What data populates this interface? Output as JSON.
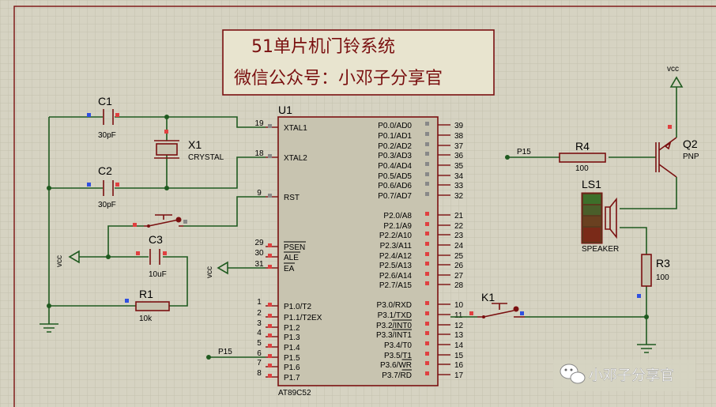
{
  "title": {
    "line1": "51单片机门铃系统",
    "line2": "微信公众号：小邓子分享官"
  },
  "watermark": "小邓子分享官",
  "chip": {
    "ref": "U1",
    "part": "AT89C52",
    "left_pins": [
      {
        "num": "19",
        "name": "XTAL1"
      },
      {
        "num": "18",
        "name": "XTAL2"
      },
      {
        "num": "9",
        "name": "RST"
      },
      {
        "num": "29",
        "name": "PSEN"
      },
      {
        "num": "30",
        "name": "ALE"
      },
      {
        "num": "31",
        "name": "EA"
      },
      {
        "num": "1",
        "name": "P1.0/T2"
      },
      {
        "num": "2",
        "name": "P1.1/T2EX"
      },
      {
        "num": "3",
        "name": "P1.2"
      },
      {
        "num": "4",
        "name": "P1.3"
      },
      {
        "num": "5",
        "name": "P1.4"
      },
      {
        "num": "6",
        "name": "P1.5"
      },
      {
        "num": "7",
        "name": "P1.6"
      },
      {
        "num": "8",
        "name": "P1.7"
      }
    ],
    "right_pins": [
      {
        "num": "39",
        "name": "P0.0/AD0"
      },
      {
        "num": "38",
        "name": "P0.1/AD1"
      },
      {
        "num": "37",
        "name": "P0.2/AD2"
      },
      {
        "num": "36",
        "name": "P0.3/AD3"
      },
      {
        "num": "35",
        "name": "P0.4/AD4"
      },
      {
        "num": "34",
        "name": "P0.5/AD5"
      },
      {
        "num": "33",
        "name": "P0.6/AD6"
      },
      {
        "num": "32",
        "name": "P0.7/AD7"
      },
      {
        "num": "21",
        "name": "P2.0/A8"
      },
      {
        "num": "22",
        "name": "P2.1/A9"
      },
      {
        "num": "23",
        "name": "P2.2/A10"
      },
      {
        "num": "24",
        "name": "P2.3/A11"
      },
      {
        "num": "25",
        "name": "P2.4/A12"
      },
      {
        "num": "26",
        "name": "P2.5/A13"
      },
      {
        "num": "27",
        "name": "P2.6/A14"
      },
      {
        "num": "28",
        "name": "P2.7/A15"
      },
      {
        "num": "10",
        "name": "P3.0/RXD"
      },
      {
        "num": "11",
        "name": "P3.1/TXD"
      },
      {
        "num": "12",
        "name": "P3.2/INT0"
      },
      {
        "num": "13",
        "name": "P3.3/INT1"
      },
      {
        "num": "14",
        "name": "P3.4/T0"
      },
      {
        "num": "15",
        "name": "P3.5/T1"
      },
      {
        "num": "16",
        "name": "P3.6/WR"
      },
      {
        "num": "17",
        "name": "P3.7/RD"
      }
    ]
  },
  "components": {
    "c1": {
      "ref": "C1",
      "value": "30pF"
    },
    "c2": {
      "ref": "C2",
      "value": "30pF"
    },
    "c3": {
      "ref": "C3",
      "value": "10uF"
    },
    "x1": {
      "ref": "X1",
      "value": "CRYSTAL"
    },
    "r1": {
      "ref": "R1",
      "value": "10k"
    },
    "r3": {
      "ref": "R3",
      "value": "100"
    },
    "r4": {
      "ref": "R4",
      "value": "100"
    },
    "q2": {
      "ref": "Q2",
      "value": "PNP"
    },
    "ls1": {
      "ref": "LS1",
      "value": "SPEAKER"
    },
    "k1": {
      "ref": "K1"
    }
  },
  "nets": {
    "p15_left": "P15",
    "p15_right": "P15",
    "vcc_left": "vcc",
    "vcc_mid": "vcc",
    "vcc_top": "vcc"
  },
  "colors": {
    "background": "#d6d3c2",
    "wire": "#1f5a1f",
    "component": "#7a1010",
    "title_box": "#e8e4cf"
  }
}
